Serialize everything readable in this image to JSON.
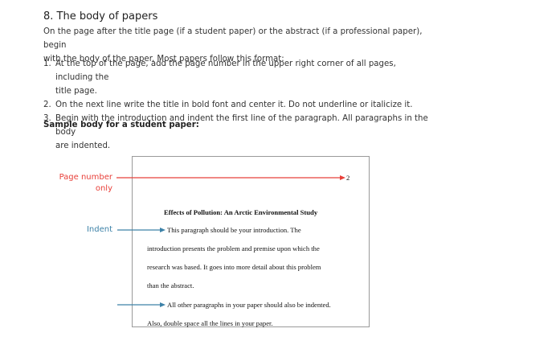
{
  "section": {
    "heading": "8. The body of papers",
    "intro_line1": "On the page after the title page (if a student paper) or the abstract (if a professional paper), begin",
    "intro_line2": "with the body of the paper. Most papers follow this format:"
  },
  "steps": [
    {
      "number": "1.",
      "line1": "At the top of the page, add the page number in the upper right corner of all pages, including the",
      "line2": "title page."
    },
    {
      "number": "2.",
      "line1": "On the next line write the title in bold font and center it. Do not underline or italicize it.",
      "line2": ""
    },
    {
      "number": "3.",
      "line1": "Begin with the introduction and indent the first line of the paragraph. All paragraphs in the body",
      "line2": "are indented."
    }
  ],
  "sample": {
    "heading": "Sample body for a student paper:",
    "label_page_number_1": "Page number",
    "label_page_number_2": "only",
    "label_indent": "Indent",
    "page_number": "2",
    "title": "Effects of Pollution: An Arctic Environmental Study",
    "para1_lines": [
      "This paragraph should be your introduction. The",
      "introduction presents the problem and premise upon which the",
      "research was based. It goes into more detail about this problem",
      "than the abstract."
    ],
    "para2_lines": [
      "All other paragraphs in your paper should also be indented.",
      "Also, double space all the lines in your paper."
    ]
  },
  "colors": {
    "page_number_arrow": "#e8403a",
    "indent_arrow": "#3d82a8"
  }
}
